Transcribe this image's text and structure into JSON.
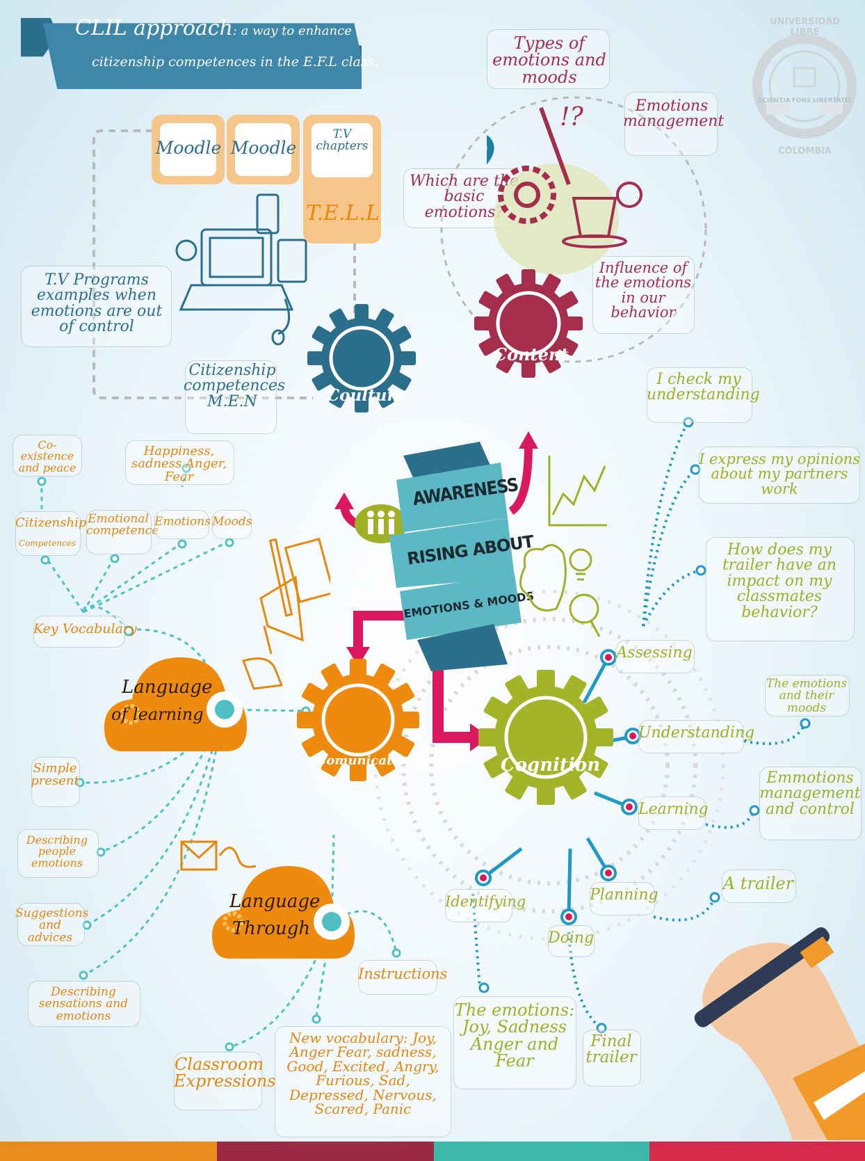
{
  "header": {
    "title": "CLIL approach",
    "subtitle_1": ": a way to enhance",
    "subtitle_2": "citizenship competences in the E.F.L class."
  },
  "seal": {
    "top_text": "UNIVERSIDAD LIBRE",
    "bottom_text": "COLOMBIA",
    "words": [
      "SCIENTIA",
      "FONS",
      "LIBERTATIS"
    ]
  },
  "center": {
    "line1": "AWARENESS",
    "line2": "RISING ABOUT",
    "line3": "EMOTIONS & MOODS"
  },
  "gears": {
    "culture": "Coulture",
    "content": "Content",
    "communication": "Comunication",
    "cognition": "Cognition"
  },
  "clouds": {
    "learning_1": "Language",
    "learning_2": "of learning",
    "through_1": "Language",
    "through_2": "Through"
  },
  "culture_nodes": {
    "moodle_1": "Moodle",
    "moodle_2": "Moodle",
    "tv_chapters": "T.V chapters",
    "tell": "T.E.L.L",
    "tv_programs": "T.V Programs examples when emotions are out of control",
    "citizenship_men": "Citizenship competences M.E.N"
  },
  "content_nodes": {
    "types": "Types of emotions and moods",
    "management": "Emotions management",
    "basic": "Which are the basic emotions?",
    "influence": "Influence of the emotions in our behavior"
  },
  "vocab_nodes": {
    "coexistence": "Co-existence and peace",
    "happiness": "Happiness, sadness Anger, Fear",
    "citizenship": "Citizenship",
    "citizenship_sub": "Competences",
    "emotional": "Emotional competence",
    "emotions": "Emotions",
    "moods": "Moods",
    "key_vocab": "Key Vocabulary"
  },
  "learning_nodes": {
    "simple_present": "Simple present",
    "describing_people": "Describing people emotions",
    "suggestions": "Suggestions and advices",
    "describing_sensations": "Describing sensations and emotions"
  },
  "through_nodes": {
    "instructions": "Instructions",
    "classroom": "Classroom Expressions",
    "new_vocab": "New vocabulary: Joy, Anger Fear, sadness, Good, Excited, Angry, Furious, Sad, Depressed, Nervous, Scared, Panic"
  },
  "cognition_nodes": {
    "assessing": "Assessing",
    "understanding": "Understanding",
    "learning": "Learning",
    "planning": "Planning",
    "doing": "Doing",
    "identifying": "Identifying",
    "check": "I check my understanding",
    "express": "I express my opinions about my partners work",
    "impact": "How does my trailer have an impact on my classmates behavior?",
    "moods": "The emotions and their moods",
    "management": "Emmotions management and control",
    "trailer": "A trailer",
    "final": "Final trailer",
    "joy": "The emotions: Joy, Sadness Anger and Fear"
  },
  "colors": {
    "teal": "#2b6f8c",
    "crimson": "#a52e4d",
    "orange": "#e8870d",
    "green": "#9fb026",
    "ribbon": "#5bb8c4",
    "magenta": "#d9185f"
  }
}
